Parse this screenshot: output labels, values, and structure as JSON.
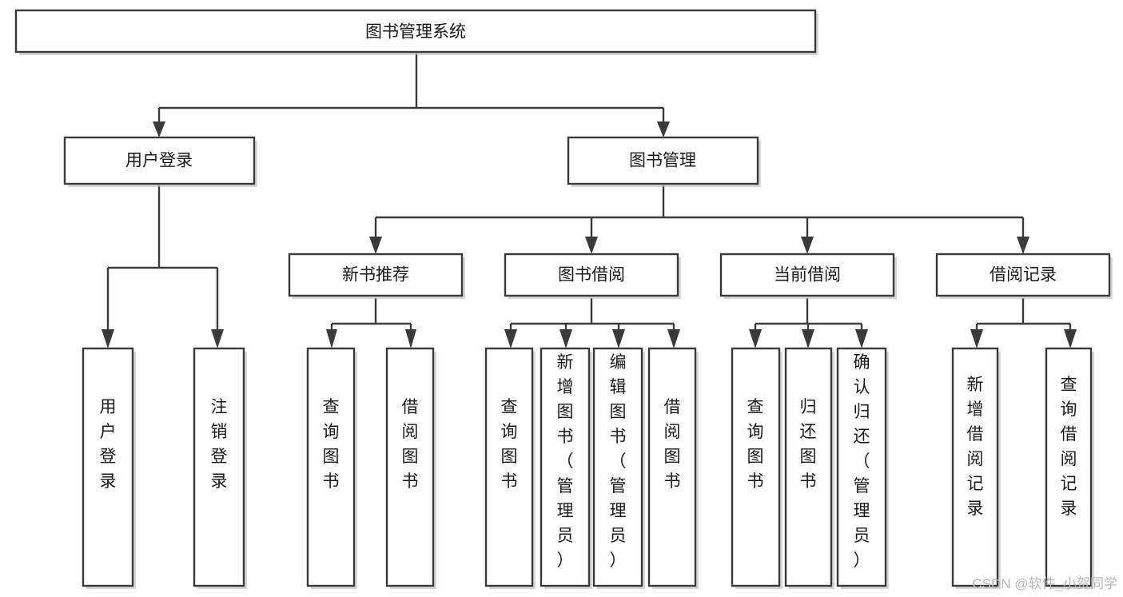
{
  "title": "图书管理系统",
  "diagram": {
    "type": "tree-hierarchy",
    "orientation": "top-down",
    "background_color": "#ffffff",
    "box_fill": "#ffffff",
    "box_stroke": "#3a3a3a",
    "text_color": "#1a1a1a",
    "levels": 4
  },
  "nodes": {
    "root": {
      "label": "图书管理系统",
      "level": 1,
      "orientation": "horizontal"
    },
    "l2": [
      {
        "id": "user-login",
        "label": "用户登录",
        "level": 2,
        "orientation": "horizontal"
      },
      {
        "id": "book-management",
        "label": "图书管理",
        "level": 2,
        "orientation": "horizontal"
      }
    ],
    "l3": [
      {
        "id": "new-book-recommend",
        "label": "新书推荐",
        "level": 3,
        "orientation": "horizontal"
      },
      {
        "id": "book-borrow",
        "label": "图书借阅",
        "level": 3,
        "orientation": "horizontal"
      },
      {
        "id": "current-borrow",
        "label": "当前借阅",
        "level": 3,
        "orientation": "horizontal"
      },
      {
        "id": "borrow-record",
        "label": "借阅记录",
        "level": 3,
        "orientation": "horizontal"
      }
    ],
    "l4": [
      {
        "id": "leaf-user-login",
        "label": "用户登录",
        "parent": "user-login",
        "orientation": "vertical"
      },
      {
        "id": "leaf-logout-login",
        "label": "注销登录",
        "parent": "user-login",
        "orientation": "vertical"
      },
      {
        "id": "leaf-query-book-1",
        "label": "查询图书",
        "parent": "new-book-recommend",
        "orientation": "vertical"
      },
      {
        "id": "leaf-borrow-book-1",
        "label": "借阅图书",
        "parent": "new-book-recommend",
        "orientation": "vertical"
      },
      {
        "id": "leaf-query-book-2",
        "label": "查询图书",
        "parent": "book-borrow",
        "orientation": "vertical"
      },
      {
        "id": "leaf-add-book",
        "label": "新增图书（管理员）",
        "parent": "book-borrow",
        "orientation": "vertical"
      },
      {
        "id": "leaf-edit-book",
        "label": "编辑图书（管理员）",
        "parent": "book-borrow",
        "orientation": "vertical"
      },
      {
        "id": "leaf-borrow-book-2",
        "label": "借阅图书",
        "parent": "book-borrow",
        "orientation": "vertical"
      },
      {
        "id": "leaf-query-book-3",
        "label": "查询图书",
        "parent": "current-borrow",
        "orientation": "vertical"
      },
      {
        "id": "leaf-return-book",
        "label": "归还图书",
        "parent": "current-borrow",
        "orientation": "vertical"
      },
      {
        "id": "leaf-confirm-return",
        "label": "确认归还（管理员）",
        "parent": "current-borrow",
        "orientation": "vertical"
      },
      {
        "id": "leaf-add-record",
        "label": "新增借阅记录",
        "parent": "borrow-record",
        "orientation": "vertical"
      },
      {
        "id": "leaf-query-record",
        "label": "查询借阅记录",
        "parent": "borrow-record",
        "orientation": "vertical"
      }
    ]
  },
  "edges": [
    {
      "from": "图书管理系统",
      "to": "用户登录"
    },
    {
      "from": "图书管理系统",
      "to": "图书管理"
    },
    {
      "from": "用户登录",
      "to": "用户登录"
    },
    {
      "from": "用户登录",
      "to": "注销登录"
    },
    {
      "from": "图书管理",
      "to": "新书推荐"
    },
    {
      "from": "图书管理",
      "to": "图书借阅"
    },
    {
      "from": "图书管理",
      "to": "当前借阅"
    },
    {
      "from": "图书管理",
      "to": "借阅记录"
    },
    {
      "from": "新书推荐",
      "to": "查询图书"
    },
    {
      "from": "新书推荐",
      "to": "借阅图书"
    },
    {
      "from": "图书借阅",
      "to": "查询图书"
    },
    {
      "from": "图书借阅",
      "to": "新增图书（管理员）"
    },
    {
      "from": "图书借阅",
      "to": "编辑图书（管理员）"
    },
    {
      "from": "图书借阅",
      "to": "借阅图书"
    },
    {
      "from": "当前借阅",
      "to": "查询图书"
    },
    {
      "from": "当前借阅",
      "to": "归还图书"
    },
    {
      "from": "当前借阅",
      "to": "确认归还（管理员）"
    },
    {
      "from": "借阅记录",
      "to": "新增借阅记录"
    },
    {
      "from": "借阅记录",
      "to": "查询借阅记录"
    }
  ],
  "watermark": {
    "text": "CSDN @软件_小贺同学",
    "color": "#b9b9b9"
  }
}
